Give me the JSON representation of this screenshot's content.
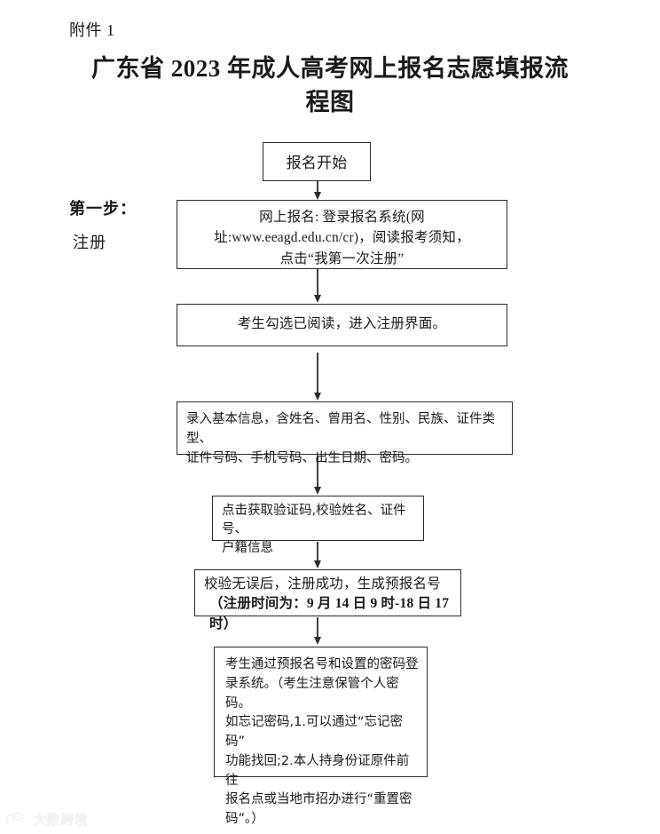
{
  "document": {
    "attachment_label": "附件 1",
    "title": "广东省 2023 年成人高考网上报名志愿填报流程图"
  },
  "steps": [
    {
      "title": "第一步：",
      "name": "注册"
    }
  ],
  "flowchart": {
    "type": "flowchart",
    "orientation": "vertical",
    "nodes": [
      {
        "id": "start",
        "text": "报名开始",
        "shape": "rectangle",
        "align": "center",
        "font": "serif"
      },
      {
        "id": "online-registration",
        "text": "网上报名: 登录报名系统(网\n址:www.eeagd.edu.cn/cr)，阅读报考须知，\n点击“我第一次注册”",
        "shape": "rectangle",
        "align": "center",
        "font": "serif"
      },
      {
        "id": "agree-terms",
        "text": "考生勾选已阅读，进入注册界面。",
        "shape": "rectangle",
        "align": "center",
        "font": "serif"
      },
      {
        "id": "basic-info",
        "text": "录入基本信息，含姓名、曾用名、性别、民族、证件类型、\n证件号码、手机号码、出生日期、密码。",
        "shape": "rectangle",
        "align": "left",
        "font": "sans"
      },
      {
        "id": "verify-code",
        "text": "点击获取验证码,校验姓名、证件号、\n户籍信息",
        "shape": "rectangle",
        "align": "left",
        "font": "sans"
      },
      {
        "id": "registration-success",
        "line1": "校验无误后，注册成功，生成预报名号",
        "line2": "（注册时间为：9 月 14 日 9 时-18 日 17 时）",
        "shape": "rectangle",
        "align": "left",
        "font": "serif"
      },
      {
        "id": "login-system",
        "text": "考生通过预报名号和设置的密码登\n录系统。（考生注意保管个人密码。\n如忘记密码,1.可以通过“忘记密码”\n功能找回;2.本人持身份证原件前往\n报名点或当地市招办进行“重置密\n码”。）",
        "shape": "rectangle",
        "align": "left",
        "font": "sans"
      }
    ],
    "edges": [
      {
        "from": "start",
        "to": "online-registration"
      },
      {
        "from": "online-registration",
        "to": "agree-terms"
      },
      {
        "from": "agree-terms",
        "to": "basic-info"
      },
      {
        "from": "basic-info",
        "to": "verify-code"
      },
      {
        "from": "verify-code",
        "to": "registration-success"
      },
      {
        "from": "registration-success",
        "to": "login-system"
      }
    ]
  },
  "watermark": {
    "text": "大数跨境",
    "color": "#f2f2f2"
  }
}
